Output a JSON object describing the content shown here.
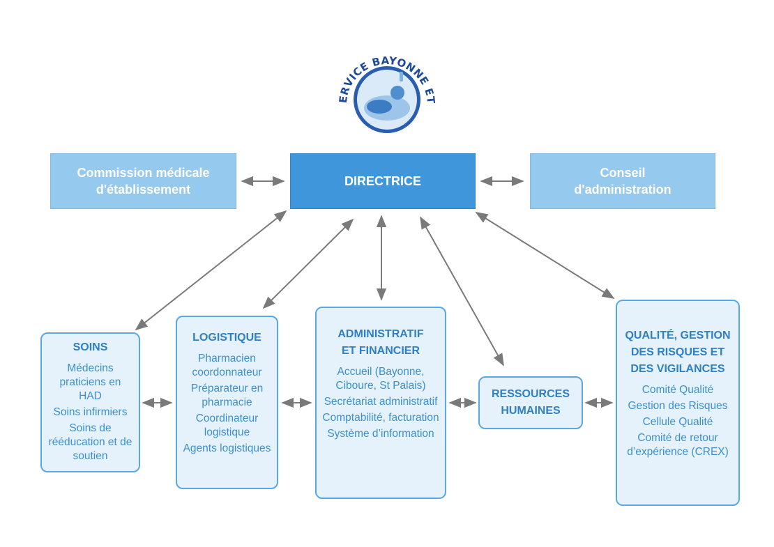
{
  "logo": {
    "text": "SANTÉ SERVICE BAYONNE ET RÉGION",
    "colors": {
      "ring": "#2a5db0",
      "inner": "#dbeaf8",
      "text": "#1e4a9a"
    }
  },
  "top": {
    "left": {
      "line1": "Commission médicale",
      "line2": "d'établissement"
    },
    "center": {
      "label": "DIRECTRICE"
    },
    "right": {
      "line1": "Conseil",
      "line2": "d'administration"
    }
  },
  "departments": {
    "soins": {
      "title": "SOINS",
      "items": [
        "Médecins praticiens en HAD",
        "Soins infirmiers",
        "Soins de rééducation et de soutien"
      ]
    },
    "logistique": {
      "title": "LOGISTIQUE",
      "items": [
        "Pharmacien coordonnateur",
        "Préparateur en pharmacie",
        "Coordinateur logistique",
        "Agents logistiques"
      ]
    },
    "admin": {
      "title_line1": "ADMINISTRATIF",
      "title_line2": "ET FINANCIER",
      "items": [
        "Accueil (Bayonne, Ciboure, St Palais)",
        "Secrétariat administratif",
        "Comptabilité, facturation",
        "Système d’information"
      ]
    },
    "rh": {
      "title_line1": "RESSOURCES",
      "title_line2": "HUMAINES"
    },
    "qualite": {
      "title_line1": "QUALITÉ, GESTION",
      "title_line2": "DES RISQUES ET",
      "title_line3": "DES VIGILANCES",
      "items": [
        "Comité Qualité",
        "Gestion des Risques",
        "Cellule Qualité",
        "Comité de retour d’expérience (CREX)"
      ]
    }
  },
  "colors": {
    "light_box": "#95c9ee",
    "dark_box": "#3f96da",
    "dept_bg": "#e6f2fb",
    "dept_border": "#5aa8e3",
    "arrow": "#7a7a7a"
  }
}
